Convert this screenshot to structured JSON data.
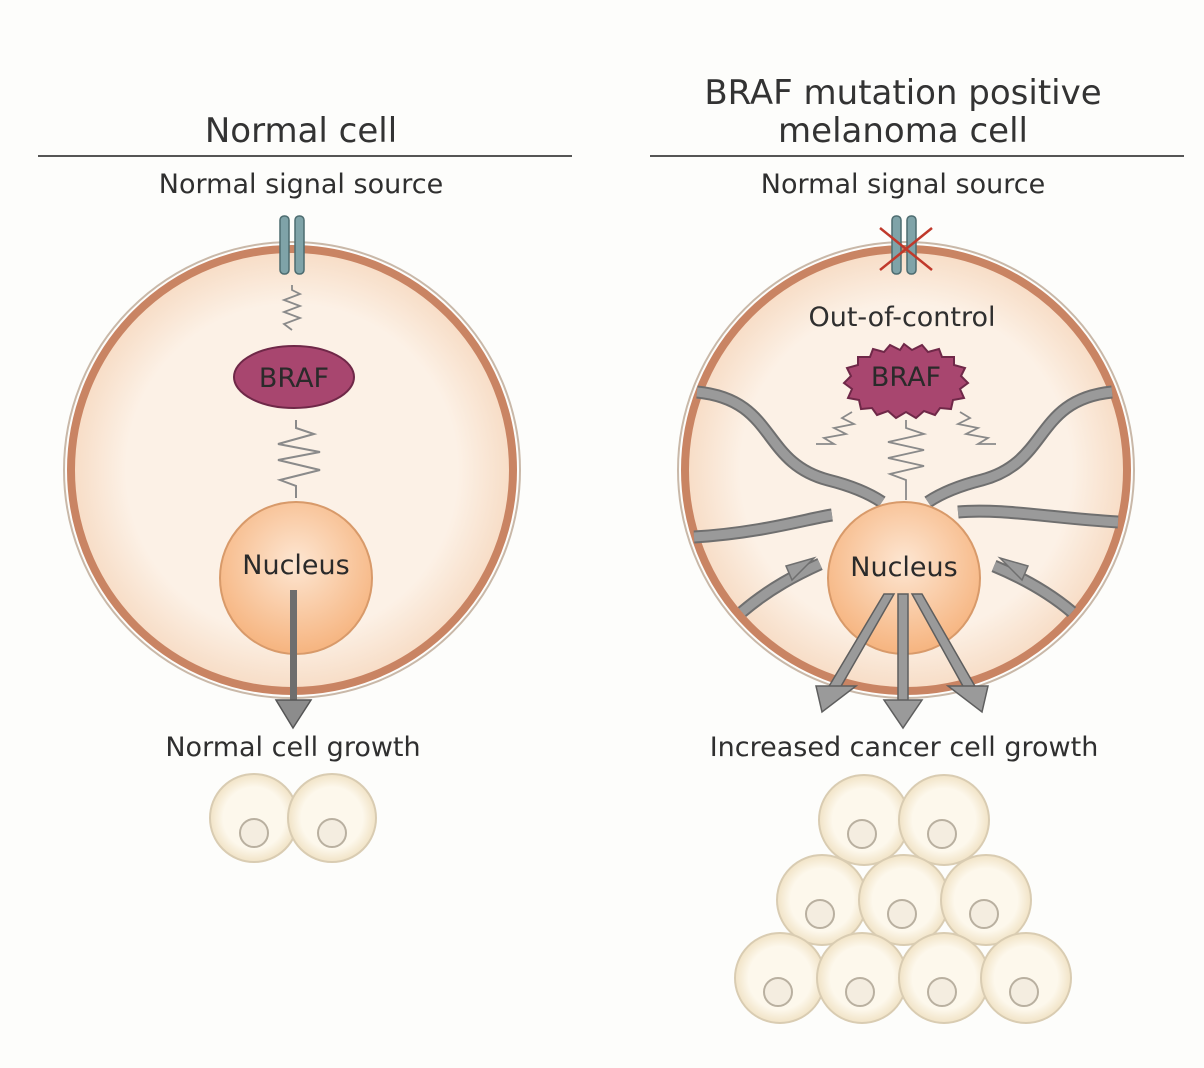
{
  "left": {
    "title": "Normal cell",
    "signal": "Normal signal source",
    "braf": "BRAF",
    "nucleus": "Nucleus",
    "outcome": "Normal cell growth"
  },
  "right": {
    "title_line1": "BRAF mutation positive",
    "title_line2": "melanoma cell",
    "signal": "Normal signal source",
    "status": "Out-of-control",
    "braf": "BRAF",
    "nucleus": "Nucleus",
    "outcome": "Increased cancer cell growth"
  },
  "colors": {
    "cytoplasm": "#fbe9d9",
    "membrane": "#c98463",
    "braf": "#a8466f",
    "nucleus": "#f6b47f",
    "receptor": "#7fa3a8",
    "arrow": "#8e8e8e",
    "blocked": "#c0392b",
    "daughter_cell": "#fbf3df"
  }
}
